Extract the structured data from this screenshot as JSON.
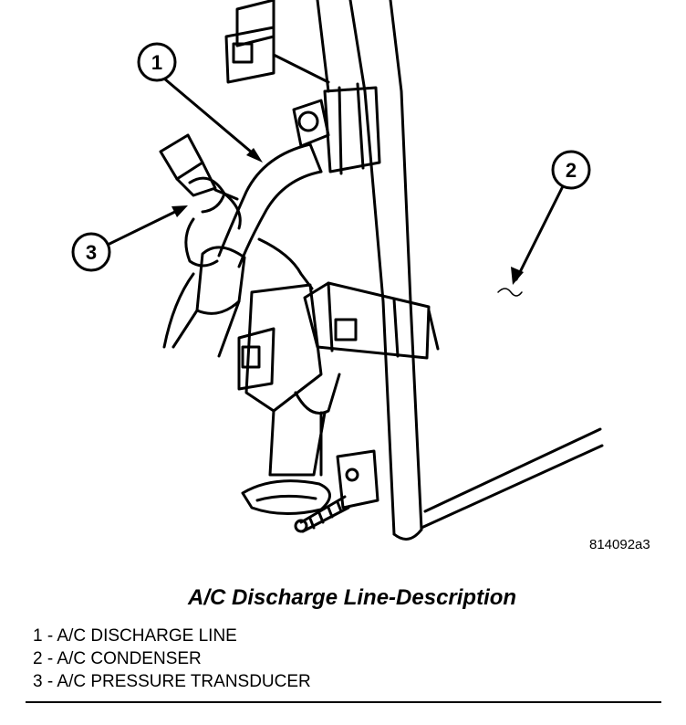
{
  "figure_code": "814092a3",
  "caption": "A/C Discharge Line-Description",
  "callouts": [
    {
      "number": "1",
      "label": "A/C DISCHARGE LINE"
    },
    {
      "number": "2",
      "label": "A/C CONDENSER"
    },
    {
      "number": "3",
      "label": "A/C PRESSURE TRANSDUCER"
    }
  ],
  "legend": [
    "1 - A/C DISCHARGE LINE",
    "2 - A/C CONDENSER",
    "3 - A/C PRESSURE TRANSDUCER"
  ]
}
